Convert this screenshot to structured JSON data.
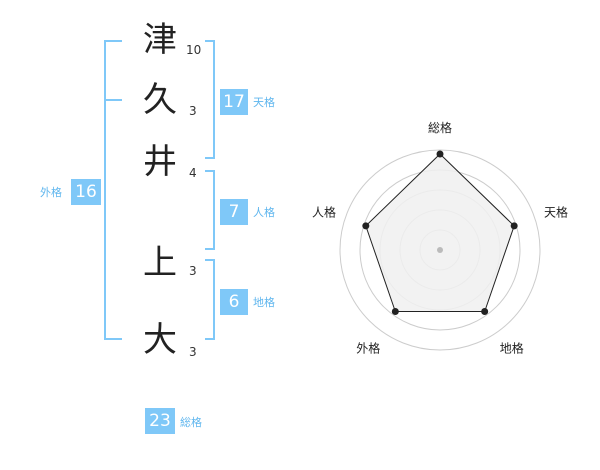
{
  "name": {
    "surname": [
      {
        "char": "津",
        "strokes": "10"
      },
      {
        "char": "久",
        "strokes": "3"
      },
      {
        "char": "井",
        "strokes": "4"
      }
    ],
    "given": [
      {
        "char": "上",
        "strokes": "3"
      },
      {
        "char": "大",
        "strokes": "3"
      }
    ]
  },
  "fortunes": {
    "tenkaku": {
      "value": "17",
      "label": "天格"
    },
    "jinkaku": {
      "value": "7",
      "label": "人格"
    },
    "chikaku": {
      "value": "6",
      "label": "地格"
    },
    "gaikaku": {
      "value": "16",
      "label": "外格"
    },
    "soukaku": {
      "value": "23",
      "label": "総格"
    }
  },
  "chart_data": {
    "type": "radar",
    "axes": [
      "総格",
      "天格",
      "地格",
      "外格",
      "人格"
    ],
    "values": [
      0.96,
      0.78,
      0.76,
      0.76,
      0.78
    ],
    "rings": 5,
    "colors": {
      "fill": "#f0f0f0",
      "line": "#222222",
      "ring": "#cccccc",
      "center": "#bbbbbb"
    }
  },
  "colors": {
    "accent": "#7fc8f8",
    "accent_text": "#5fb6ee"
  }
}
